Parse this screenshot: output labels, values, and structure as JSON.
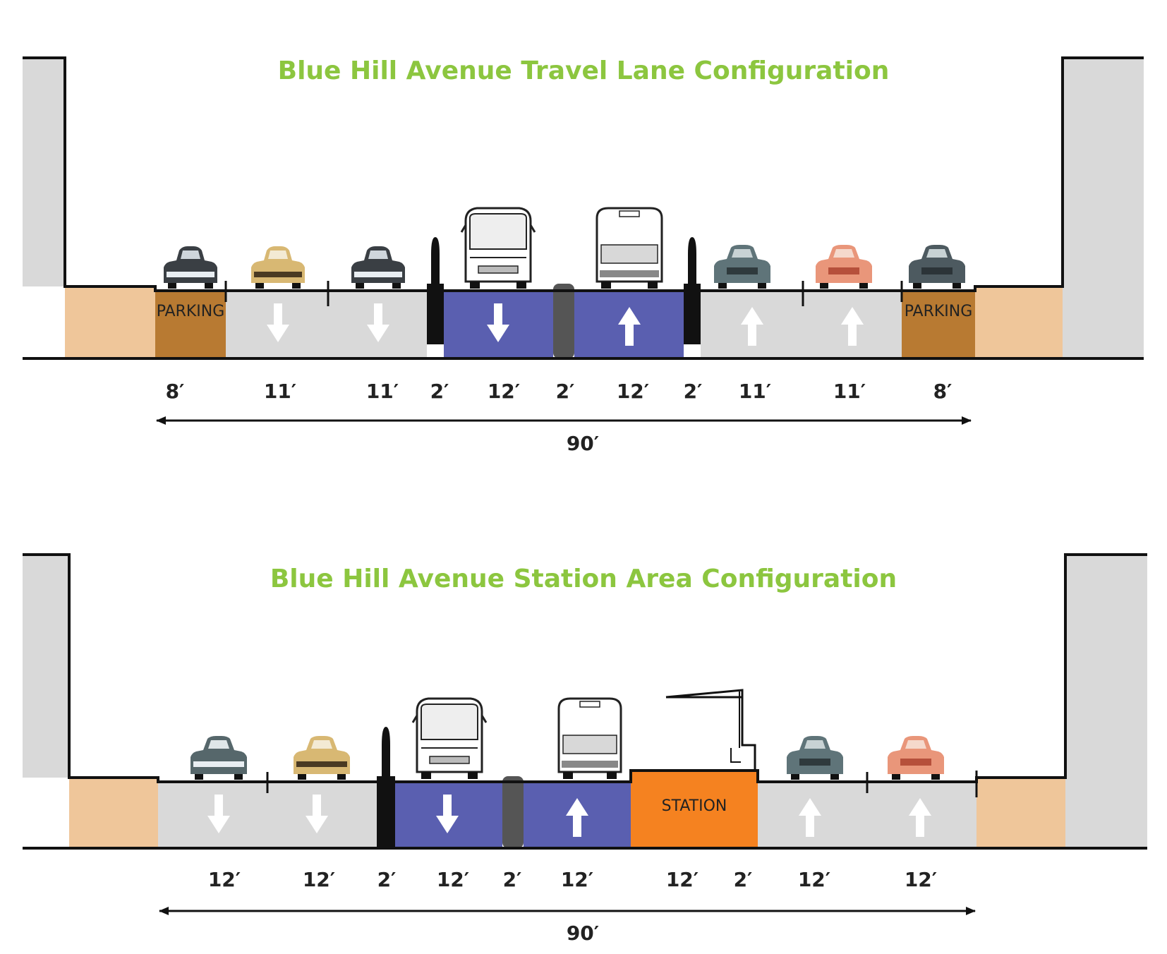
{
  "colors": {
    "title": "#8cc63f",
    "building": "#d9d9d9",
    "sidewalk": "#efc69a",
    "parking": "#b87a32",
    "travel_lane": "#d9d9d9",
    "busway": "#5a5fb0",
    "station": "#f58220",
    "separator": "#111111",
    "median": "#555555"
  },
  "diagram_top": {
    "title": "Blue Hill Avenue Travel Lane Configuration",
    "parking_label_left": "PARKING",
    "parking_label_right": "PARKING",
    "dimensions": [
      "8′",
      "11′",
      "11′",
      "2′",
      "12′",
      "2′",
      "12′",
      "2′",
      "11′",
      "11′",
      "8′"
    ],
    "total": "90′"
  },
  "diagram_bottom": {
    "title": "Blue Hill Avenue Station Area Configuration",
    "station_label": "STATION",
    "dimensions": [
      "12′",
      "12′",
      "2′",
      "12′",
      "2′",
      "12′",
      "12′",
      "2′",
      "12′",
      "12′"
    ],
    "total": "90′"
  }
}
